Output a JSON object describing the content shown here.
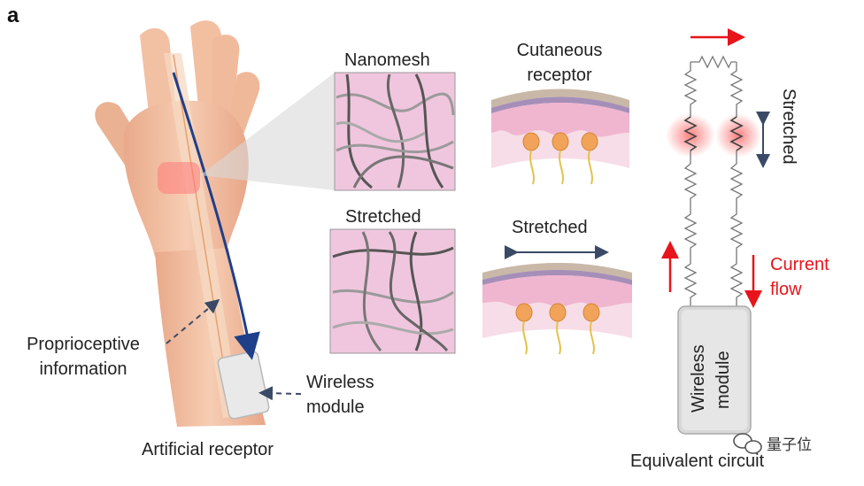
{
  "panel_letter": "a",
  "labels": {
    "nanomesh": "Nanomesh",
    "stretched_mesh": "Stretched",
    "cutaneous_line1": "Cutaneous",
    "cutaneous_line2": "receptor",
    "stretched_skin": "Stretched",
    "proprioceptive_line1": "Proprioceptive",
    "proprioceptive_line2": "information",
    "wireless_line1": "Wireless",
    "wireless_line2": "module",
    "artificial_receptor": "Artificial receptor",
    "stretched_circuit": "Stretched",
    "current_line1": "Current",
    "current_line2": "flow",
    "module_line1": "Wireless",
    "module_line2": "module",
    "equivalent_circuit": "Equivalent circuit"
  },
  "watermark": "量子位",
  "colors": {
    "skin": "#f3c4a8",
    "mesh_bg": "#f0c6de",
    "mesh_fiber_dark": "#555555",
    "mesh_fiber_light": "#9a9a9a",
    "blue_arrow": "#1f3f8a",
    "red_accent": "#e8141b",
    "highlight": "#ff7a7a",
    "module_fill": "#d8d8d8"
  }
}
